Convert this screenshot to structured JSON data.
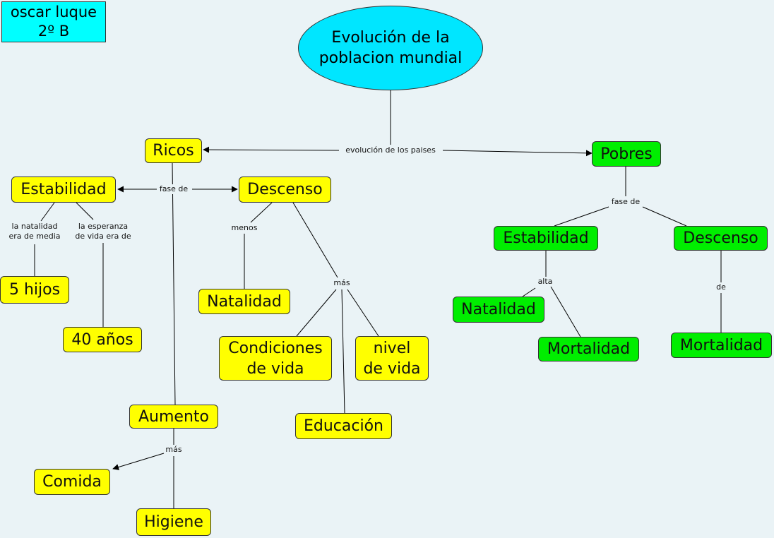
{
  "author": "oscar luque\n2º B",
  "root": "Evolución de la\npoblacion mundial",
  "nodes": {
    "ricos": "Ricos",
    "pobres": "Pobres",
    "estabilidad_ricos": "Estabilidad",
    "descenso_ricos": "Descenso",
    "hijos": "5 hijos",
    "anos": "40 años",
    "natalidad_ricos": "Natalidad",
    "condiciones": "Condiciones\nde vida",
    "nivel": "nivel\nde vida",
    "educacion": "Educación",
    "aumento": "Aumento",
    "comida": "Comida",
    "higiene": "Higiene",
    "estabilidad_pobres": "Estabilidad",
    "descenso_pobres": "Descenso",
    "natalidad_pobres": "Natalidad",
    "mortalidad_pobres1": "Mortalidad",
    "mortalidad_pobres2": "Mortalidad"
  },
  "labels": {
    "evolucion": "evolución de los paises",
    "fase_ricos": "fase de",
    "natalidad_media": "la natalidad\nera de media",
    "esperanza": "la esperanza\nde vida era de",
    "menos": "menos",
    "mas_descenso": "más",
    "mas_aumento": "más",
    "fase_pobres": "fase de",
    "alta": "alta",
    "de": "de"
  },
  "colors": {
    "rich": "#ffff00",
    "poor": "#00ee00",
    "author": "#00ffff",
    "root": "#00e6ff",
    "background": "#eaf3f6"
  }
}
